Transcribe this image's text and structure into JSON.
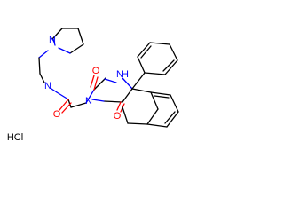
{
  "molecule": {
    "atoms": {
      "n_pyrrolidine": "N",
      "n_amide": "N",
      "o_amide": "O",
      "o_urea": "O",
      "n_h_ring": "N",
      "h_ring": "H",
      "n_ring": "N",
      "o_carbonyl": "O"
    },
    "salt": "HCl"
  },
  "colors": {
    "nitrogen": "#0000ff",
    "oxygen": "#ff0000",
    "carbon_bond": "#000000",
    "background": "#ffffff"
  }
}
